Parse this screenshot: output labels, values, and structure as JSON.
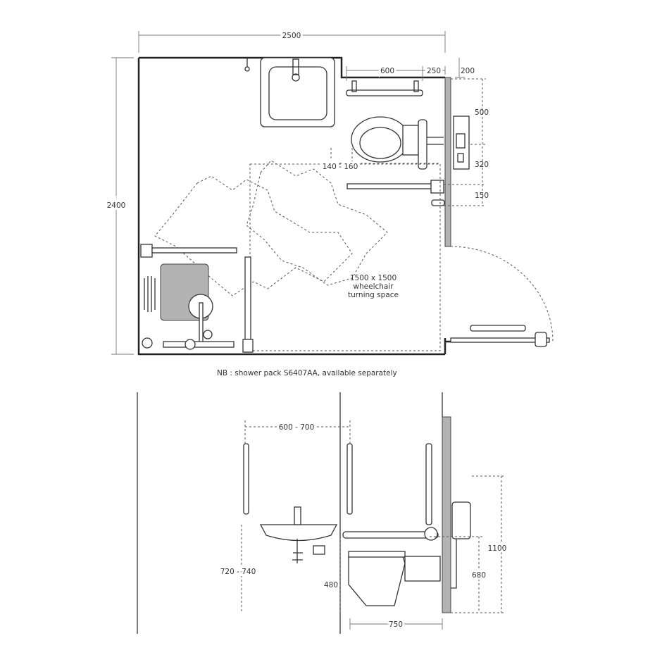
{
  "plan": {
    "dims": {
      "width": "2500",
      "depth": "2400",
      "rail_length": "600",
      "rail_offset": "250",
      "wall_offset": "200",
      "pan_clearance": "140 - 160",
      "d500": "500",
      "d320": "320",
      "d150": "150"
    },
    "turning_space": [
      "1500 x 1500",
      "wheelchair",
      "turning space"
    ],
    "note": "NB : shower pack S6407AA, available separately"
  },
  "elevation": {
    "dims": {
      "rail_spacing": "600 - 700",
      "basin_height": "720 - 740",
      "rail_height": "480",
      "projection": "750",
      "seat_height": "680",
      "flush_height": "1100"
    }
  },
  "colors": {
    "wall": "#b3b3b3",
    "line": "#222222"
  }
}
